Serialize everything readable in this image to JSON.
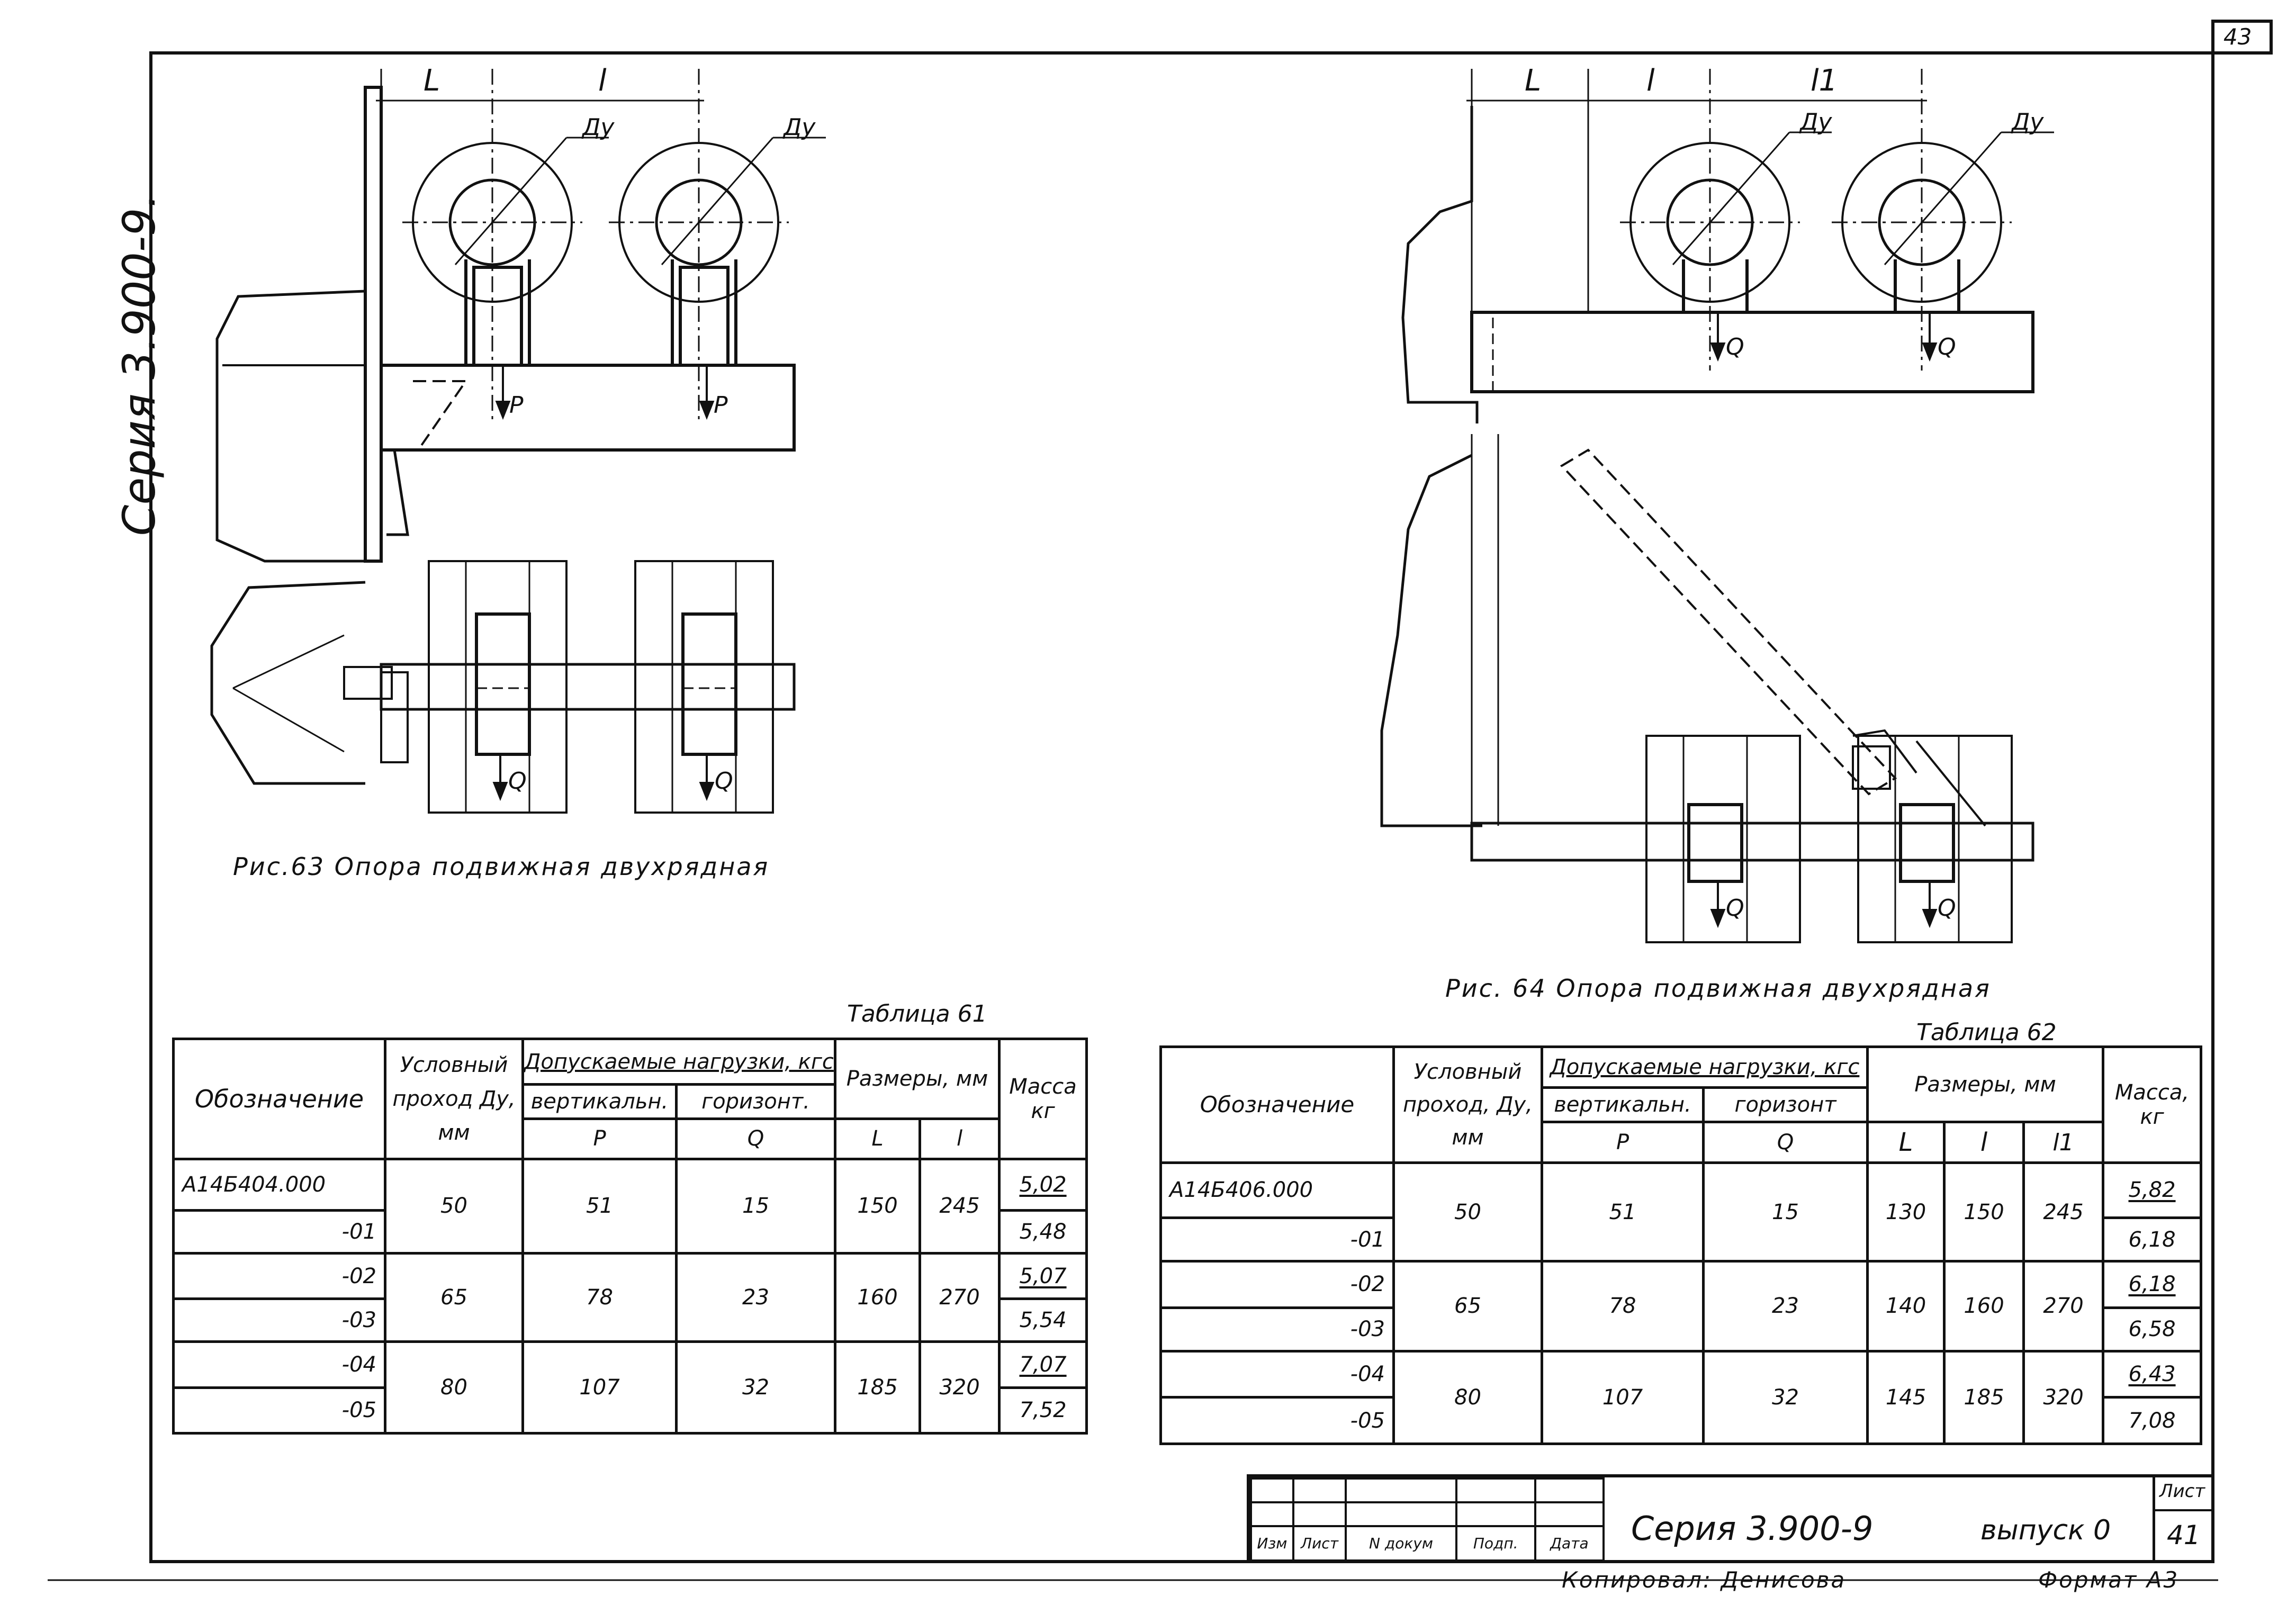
{
  "sheet_corner_number": "43",
  "series_side_label": "Серия 3.900-9.",
  "figure63": {
    "caption": "Рис.63 Опора подвижная двухрядная",
    "dim_L": "L",
    "dim_l": "l",
    "pipe_label": "Ду",
    "load_P": "P",
    "load_Q": "Q"
  },
  "figure64": {
    "caption": "Рис. 64 Опора подвижная двухрядная",
    "dim_L": "L",
    "dim_l": "l",
    "dim_l1": "l1",
    "pipe_label": "Ду",
    "load_Q": "Q"
  },
  "table61": {
    "title": "Таблица 61",
    "headers": {
      "designation": "Обозначение",
      "nominal_bore": "Условный проход Ду, мм",
      "loads": "Допускаемые нагрузки, кгс",
      "vertical": "вертикальн.",
      "horizontal": "горизонт.",
      "P": "P",
      "Q": "Q",
      "dimensions": "Размеры, мм",
      "L": "L",
      "l": "l",
      "mass": "Масса кг"
    },
    "designation_base": "А14Б404.000",
    "rows": [
      {
        "code": "-01",
        "dy": "50",
        "P": "51",
        "Q": "15",
        "L": "150",
        "l": "245",
        "mass_a": "5,02",
        "mass_b": "5,48",
        "code_a": "",
        "code_b": "-01"
      },
      {
        "dy": "65",
        "P": "78",
        "Q": "23",
        "L": "160",
        "l": "270",
        "mass_a": "5,07",
        "mass_b": "5,54",
        "code_a": "-02",
        "code_b": "-03"
      },
      {
        "dy": "80",
        "P": "107",
        "Q": "32",
        "L": "185",
        "l": "320",
        "mass_a": "7,07",
        "mass_b": "7,52",
        "code_a": "-04",
        "code_b": "-05"
      }
    ]
  },
  "table62": {
    "title": "Таблица 62",
    "headers": {
      "designation": "Обозначение",
      "nominal_bore": "Условный проход, Ду, мм",
      "loads": "Допускаемые нагрузки, кгс",
      "vertical": "вертикальн.",
      "horizontal": "горизонт",
      "P": "P",
      "Q": "Q",
      "dimensions": "Размеры, мм",
      "L": "L",
      "l": "l",
      "l1": "l1",
      "mass": "Масса, кг"
    },
    "designation_base": "А14Б406.000",
    "rows": [
      {
        "dy": "50",
        "P": "51",
        "Q": "15",
        "L": "130",
        "l": "150",
        "l1": "245",
        "mass_a": "5,82",
        "mass_b": "6,18",
        "code_a": "",
        "code_b": "-01"
      },
      {
        "dy": "65",
        "P": "78",
        "Q": "23",
        "L": "140",
        "l": "160",
        "l1": "270",
        "mass_a": "6,18",
        "mass_b": "6,58",
        "code_a": "-02",
        "code_b": "-03"
      },
      {
        "dy": "80",
        "P": "107",
        "Q": "32",
        "L": "145",
        "l": "185",
        "l1": "320",
        "mass_a": "6,43",
        "mass_b": "7,08",
        "code_a": "-04",
        "code_b": "-05"
      }
    ]
  },
  "title_block": {
    "series": "Серия 3.900-9",
    "issue": "выпуск 0",
    "sheet_label": "Лист",
    "sheet_number": "41",
    "col_izm": "Изм",
    "col_list": "Лист",
    "col_doc": "N докум",
    "col_sign": "Подп.",
    "col_date": "Дата"
  },
  "footer": {
    "copied_by": "Копировал: Денисова",
    "format": "Формат А3"
  }
}
